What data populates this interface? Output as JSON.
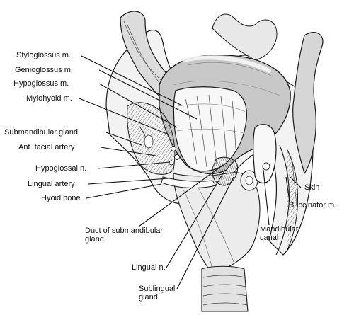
{
  "labels": {
    "styloglossus": "Styloglossus m.",
    "genioglossus": "Genioglossus m.",
    "hypoglossus": "Hypoglossus m.",
    "mylohyoid": "Mylohyoid m.",
    "submandibular_gland": "Submandibular gland",
    "ant_facial_artery": "Ant. facial artery",
    "hypoglossal_n": "Hypoglossal n.",
    "lingual_artery": "Lingual artery",
    "hyoid_bone": "Hyoid bone",
    "duct_line1": "Duct of submandibular",
    "duct_line2": "gland",
    "lingual_n": "Lingual n.",
    "sublingual_line1": "Sublingual",
    "sublingual_line2": "gland",
    "skin": "Skin",
    "buccinator": "Buccinator m.",
    "mandibular_line1": "Mandibular",
    "mandibular_line2": "canal"
  },
  "colors": {
    "ink": "#1a1a1a",
    "shade": "#b8b8b8",
    "paper": "#ffffff"
  }
}
